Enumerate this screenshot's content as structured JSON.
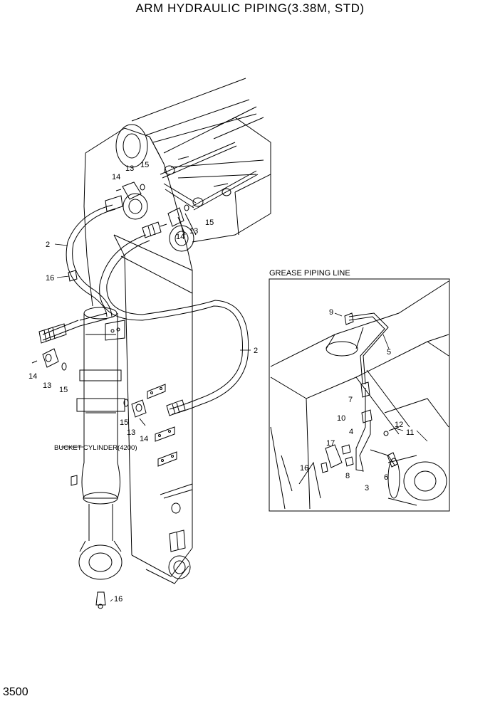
{
  "title": "ARM HYDRAULIC PIPING(3.38M, STD)",
  "page_number": "3500",
  "inset": {
    "title": "GREASE PIPING LINE"
  },
  "callouts": {
    "bucket_cylinder": "BUCKET CYLINDER(4200)",
    "n2a": "2",
    "n2b": "2",
    "n13a": "13",
    "n13b": "13",
    "n13c": "13",
    "n13d": "13",
    "n14a": "14",
    "n14b": "14",
    "n14c": "14",
    "n14d": "14",
    "n15a": "15",
    "n15b": "15",
    "n15c": "15",
    "n15d": "15",
    "n16a": "16",
    "n16b": "16",
    "g9": "9",
    "g5": "5",
    "g7": "7",
    "g10": "10",
    "g4": "4",
    "g12": "12",
    "g11": "11",
    "g17": "17",
    "g16": "16",
    "g8": "8",
    "g6": "6",
    "g3": "3"
  }
}
